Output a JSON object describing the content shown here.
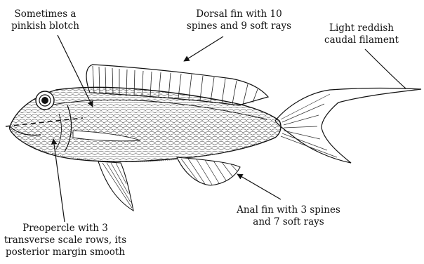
{
  "labels": {
    "blotch": "Sometimes a\npinkish blotch",
    "dorsal": "Dorsal fin with 10\nspines and 9 soft rays",
    "caudal": "Light reddish\ncaudal filament",
    "anal": "Anal fin with 3 spines\nand 7 soft rays",
    "preopercle": "Preopercle with 3\ntransverse scale rows, its\nposterior margin smooth"
  },
  "colors": {
    "ink": "#1a1a1a",
    "background": "#ffffff"
  }
}
